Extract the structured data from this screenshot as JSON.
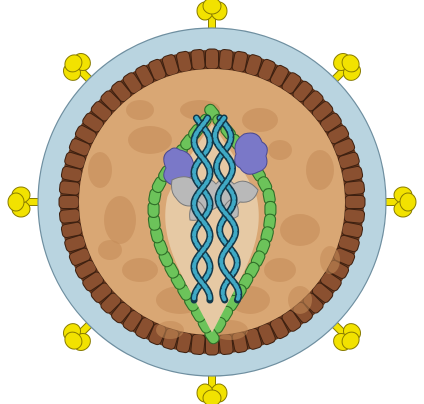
{
  "figure": {
    "subject": "virus-particle-cross-section",
    "colors": {
      "background": "#ffffff",
      "envelope": "#b9d4e0",
      "envelope_stroke": "#6f8fa0",
      "matrix_shell": "#6b3a1f",
      "matrix_shell_light": "#8a5030",
      "interior": "#d9a774",
      "interior_mottle": "#c28a58",
      "capsid": "#6cc35a",
      "capsid_stroke": "#2f6e28",
      "capsid_inner": "#e6c9a4",
      "spike": "#f2e200",
      "spike_stroke": "#8a7d00",
      "rna_dark": "#12384a",
      "rna_light": "#3fa9c5",
      "enzyme_blue": "#7a78c8",
      "enzyme_grey": "#b9b9b9"
    },
    "layers": [
      {
        "name": "envelope",
        "icon": "lipid-bilayer"
      },
      {
        "name": "matrix",
        "icon": "protein-ring"
      },
      {
        "name": "capsid",
        "icon": "cone-capsid"
      },
      {
        "name": "genome",
        "icon": "double-strand"
      },
      {
        "name": "glycoproteins",
        "icon": "surface-spike"
      }
    ],
    "spike_count": 8,
    "matrix_segment_count": 64,
    "capsid_segment_count": 40
  }
}
